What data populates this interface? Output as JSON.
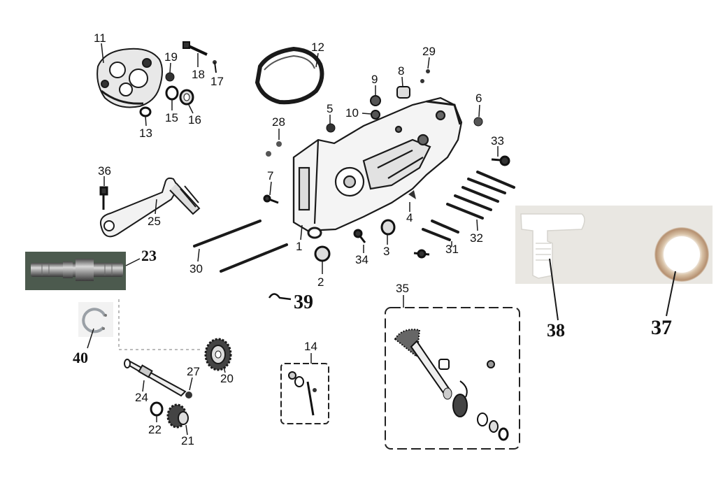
{
  "callouts": {
    "c1": "1",
    "c2": "2",
    "c3": "3",
    "c4": "4",
    "c5": "5",
    "c6": "6",
    "c7": "7",
    "c8": "8",
    "c9": "9",
    "c10": "10",
    "c11": "11",
    "c12": "12",
    "c13": "13",
    "c14": "14",
    "c15": "15",
    "c16": "16",
    "c17": "17",
    "c18": "18",
    "c19": "19",
    "c20": "20",
    "c21": "21",
    "c22": "22",
    "c23": "23",
    "c24": "24",
    "c25": "25",
    "c27": "27",
    "c28": "28",
    "c29": "29",
    "c30": "30",
    "c31": "31",
    "c32": "32",
    "c33": "33",
    "c34": "34",
    "c35": "35",
    "c36": "36",
    "c37": "37",
    "c38": "38",
    "c39": "39",
    "c40": "40"
  },
  "colors": {
    "line": "#1a1a1a",
    "photo_bg": "#e9e7e2",
    "shaft_photo_bg": "#4c5a4e"
  }
}
